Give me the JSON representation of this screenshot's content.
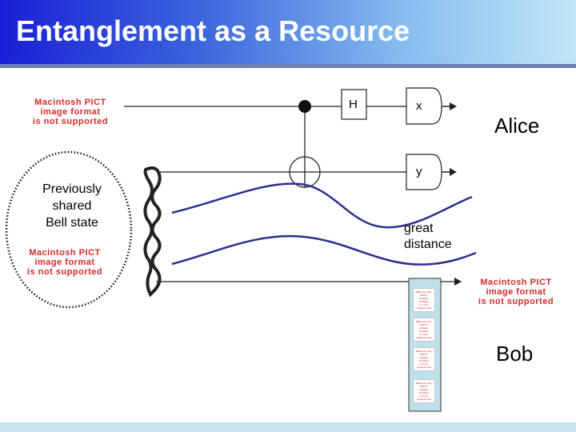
{
  "slide": {
    "title": "Entanglement as a Resource",
    "colors": {
      "title_gradient_start": "#1a1fd6",
      "title_gradient_end": "#c3e6f7",
      "title_text": "#ffffff",
      "title_rule": "#6e7fb5",
      "footer_bar": "#c5e4ef",
      "pict_text": "#d62a2a"
    }
  },
  "diagram": {
    "gate_h": "H",
    "meter_x": "x",
    "meter_y": "y",
    "alice_label": "Alice",
    "bob_label": "Bob",
    "bell_state_lines": [
      "Previously",
      "shared",
      "Bell state"
    ],
    "distance_lines": [
      "great",
      "distance"
    ]
  },
  "placeholders": {
    "pict_lines": [
      "Macintosh PICT",
      "image format",
      "is not supported"
    ]
  }
}
